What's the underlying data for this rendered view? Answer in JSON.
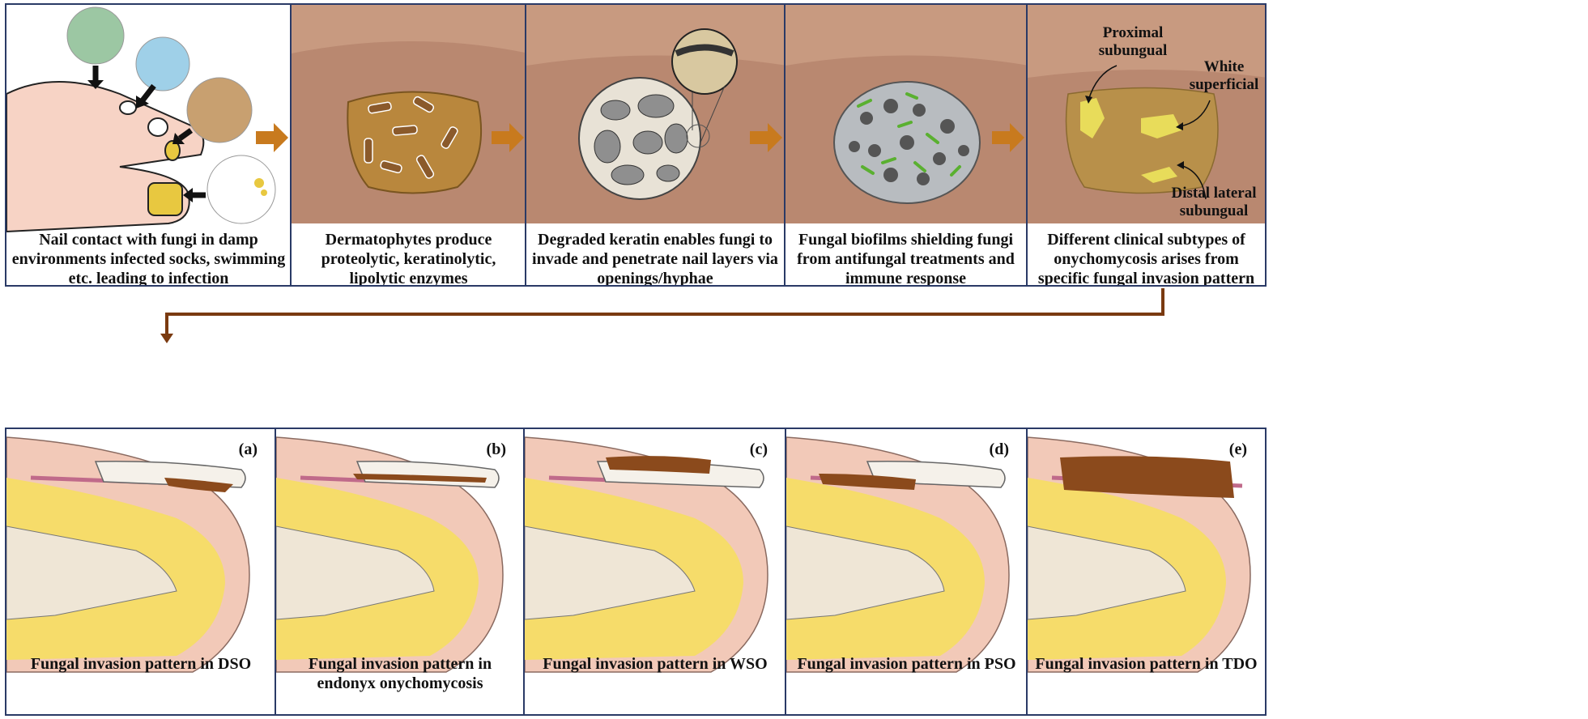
{
  "top_panels": [
    {
      "caption": "Nail contact with fungi in damp environments infected socks, swimming etc. leading to infection"
    },
    {
      "caption": "Dermatophytes produce proteolytic, keratinolytic, lipolytic enzymes"
    },
    {
      "caption": "Degraded keratin enables fungi to invade and penetrate nail layers via openings/hyphae"
    },
    {
      "caption": "Fungal biofilms shielding fungi from antifungal treatments and immune response"
    },
    {
      "caption": "Different clinical subtypes of onychomycosis arises from specific fungal invasion pattern"
    }
  ],
  "callouts": {
    "proximal": "Proximal subungual",
    "white": "White superficial",
    "distal": "Distal lateral subungual"
  },
  "bottom_panels": [
    {
      "label": "(a)",
      "caption": "Fungal invasion pattern in DSO"
    },
    {
      "label": "(b)",
      "caption": "Fungal invasion pattern in endonyx onychomycosis"
    },
    {
      "label": "(c)",
      "caption": "Fungal invasion pattern in WSO"
    },
    {
      "label": "(d)",
      "caption": "Fungal invasion pattern in PSO"
    },
    {
      "label": "(e)",
      "caption": "Fungal invasion pattern in TDO"
    }
  ],
  "colors": {
    "border": "#2a3a66",
    "arrow": "#c87a1e",
    "connector": "#7a3a10",
    "fungus": "#8b4a1c",
    "skin": "#f2c9b8",
    "fat": "#f6dc6a",
    "bone": "#efe6d6"
  }
}
